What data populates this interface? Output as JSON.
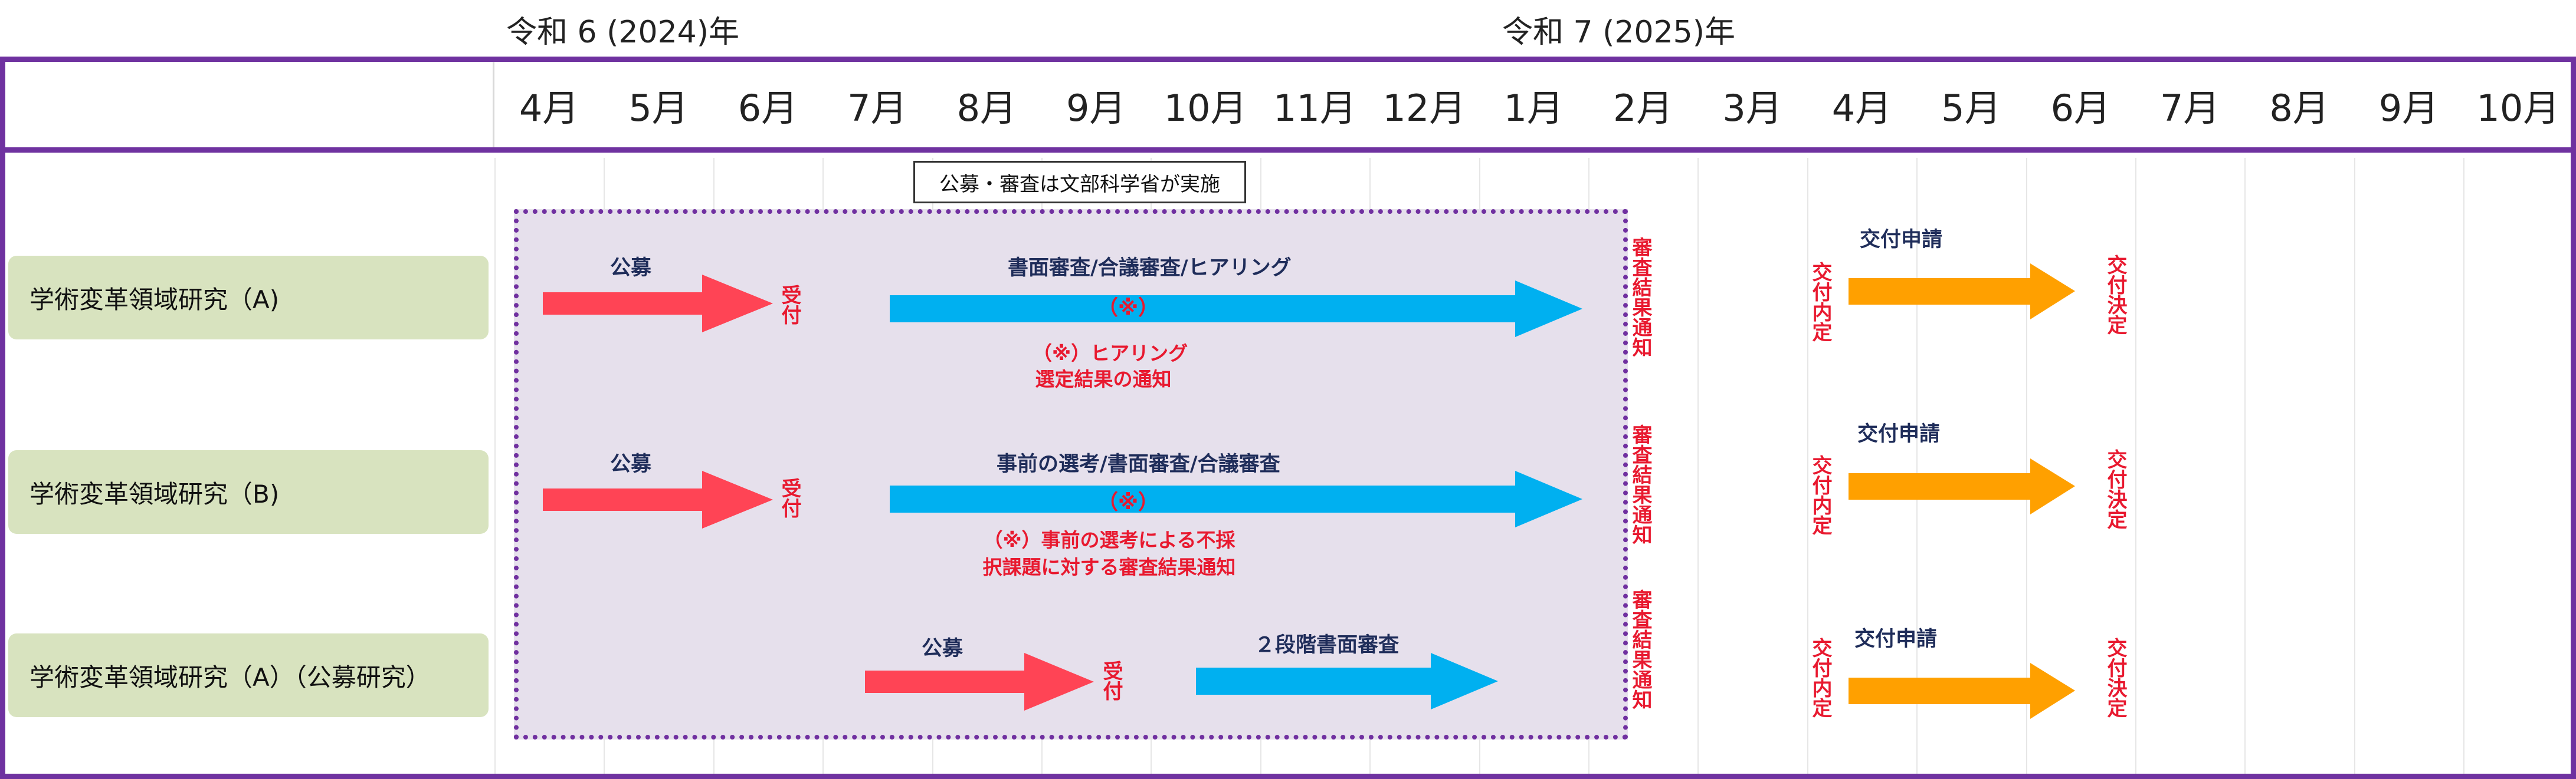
{
  "years": [
    "令和 6 (2024)年",
    "令和 7 (2025)年"
  ],
  "months": [
    "4月",
    "5月",
    "6月",
    "7月",
    "8月",
    "9月",
    "10月",
    "11月",
    "12月",
    "1月",
    "2月",
    "3月",
    "4月",
    "5月",
    "6月",
    "7月",
    "8月",
    "9月",
    "10月"
  ],
  "panel_note": "公募・審査は文部科学省が実施",
  "colors": {
    "frame": "#6f32a0",
    "recruit": "#ff4455",
    "review": "#00b0f0",
    "grant": "#ffa000",
    "panel_bg": "#e6e0ec",
    "label_bg": "#d8e3bf",
    "red_text": "#e8192f",
    "navy_text": "#1f2d5a"
  },
  "rows": [
    {
      "label": "学術変革領域研究（A)",
      "recruit_label": "公募",
      "receipt": "受付",
      "review_label": "書面審査/合議審査/ヒアリング",
      "review_mark": "（※）",
      "review_note_line1": "（※）ヒアリング",
      "review_note_line2": "選定結果の通知",
      "result_notice": "審査結果通知",
      "grant_decided": "交付内定",
      "grant_apply": "交付申請",
      "grant_final": "交付決定"
    },
    {
      "label": "学術変革領域研究（B)",
      "recruit_label": "公募",
      "receipt": "受付",
      "review_label": "事前の選考/書面審査/合議審査",
      "review_mark": "（※）",
      "review_note_line1": "（※）事前の選考による不採",
      "review_note_line2": "択課題に対する審査結果通知",
      "result_notice": "審査結果通知",
      "grant_decided": "交付内定",
      "grant_apply": "交付申請",
      "grant_final": "交付決定"
    },
    {
      "label": "学術変革領域研究（A）（公募研究）",
      "recruit_label": "公募",
      "receipt": "受付",
      "review_label": "２段階書面審査",
      "result_notice": "審査結果通知",
      "grant_decided": "交付内定",
      "grant_apply": "交付申請",
      "grant_final": "交付決定"
    }
  ]
}
